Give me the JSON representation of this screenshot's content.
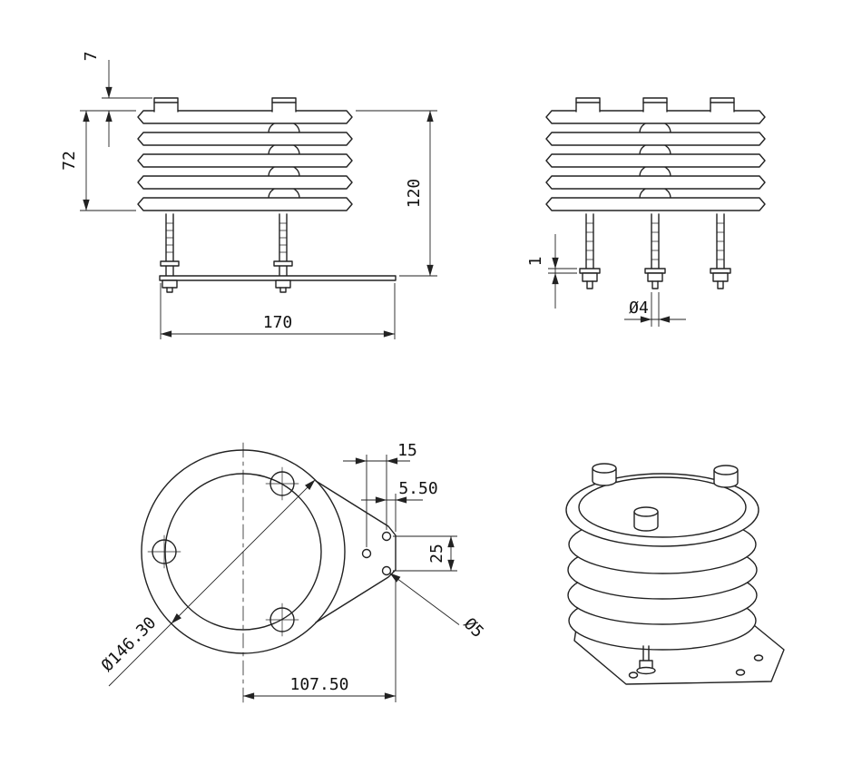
{
  "drawing": {
    "colors": {
      "line": "#222222",
      "background": "#ffffff"
    },
    "front_view": {
      "dim_top_offset": "7",
      "dim_shield_height": "72",
      "dim_total_height": "120",
      "dim_base_width": "170"
    },
    "side_view": {
      "dim_washer_thickness": "1",
      "dim_rod_diameter": "Ø4"
    },
    "bottom_view": {
      "dim_hole_inset": "15",
      "dim_edge_offset": "5.50",
      "dim_hole_spacing": "25",
      "dim_plate_diameter": "Ø146.30",
      "dim_small_hole_diameter": "Ø5",
      "dim_center_to_edge": "107.50"
    }
  }
}
